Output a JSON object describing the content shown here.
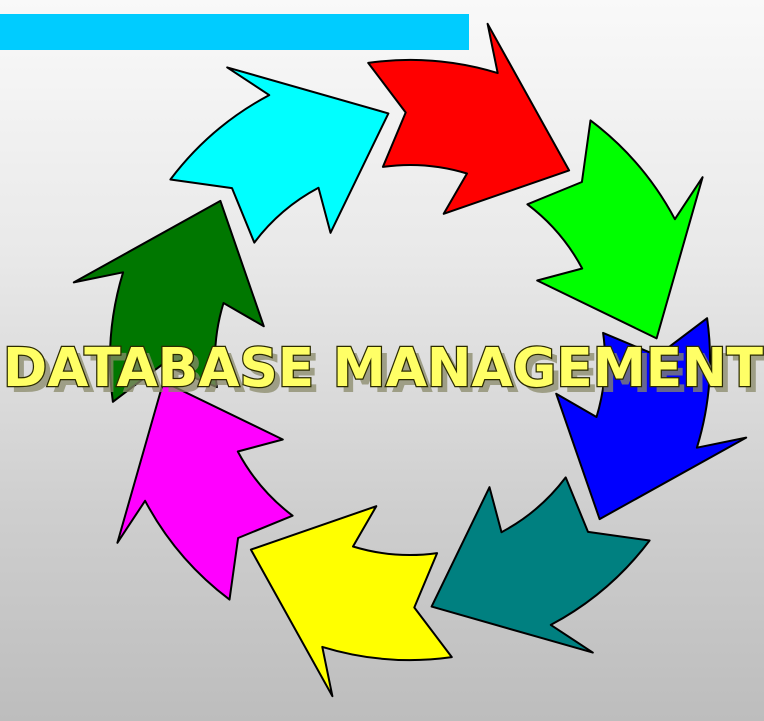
{
  "title": "DATABASE MANAGEMENT",
  "cycle": {
    "segments": [
      {
        "name": "segment-red",
        "color": "#ff0000"
      },
      {
        "name": "segment-lime",
        "color": "#00ff00"
      },
      {
        "name": "segment-blue",
        "color": "#0000ff"
      },
      {
        "name": "segment-teal",
        "color": "#008080"
      },
      {
        "name": "segment-yellow",
        "color": "#ffff00"
      },
      {
        "name": "segment-magenta",
        "color": "#ff00ff"
      },
      {
        "name": "segment-darkgreen",
        "color": "#007700"
      },
      {
        "name": "segment-cyan",
        "color": "#00ffff"
      }
    ]
  },
  "colors": {
    "top_bar": "#00ccff",
    "title_fill": "#ffff66"
  }
}
